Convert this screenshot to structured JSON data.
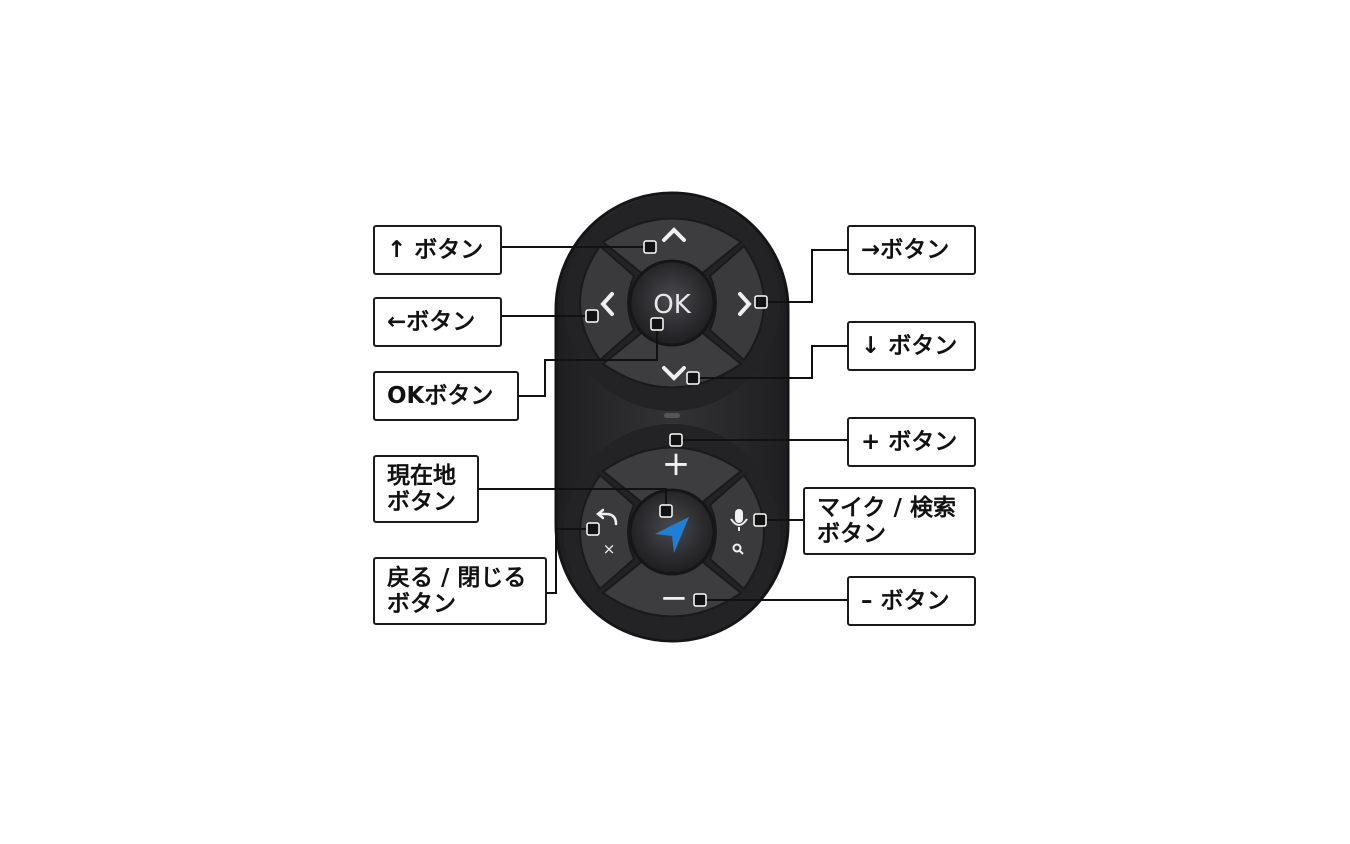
{
  "labels": {
    "up": "↑ ボタン",
    "left": "←ボタン",
    "ok": "OKボタン",
    "current_location": [
      "現在地",
      "ボタン"
    ],
    "back_close": [
      "戻る / 閉じる",
      "ボタン"
    ],
    "right": "→ボタン",
    "down": "↓ ボタン",
    "plus": "+ ボタン",
    "mic_search": [
      "マイク / 検索",
      "ボタン"
    ],
    "minus": "– ボタン"
  },
  "remote": {
    "ok_text": "OK",
    "plus_symbol": "+",
    "minus_symbol": "−",
    "close_symbol": "×"
  },
  "colors": {
    "body": "#2b2b2e",
    "button": "#3a3a3d",
    "ok_cap": "#2a2a2c",
    "nav_arrow": "#1f7fd6",
    "line": "#111111"
  }
}
